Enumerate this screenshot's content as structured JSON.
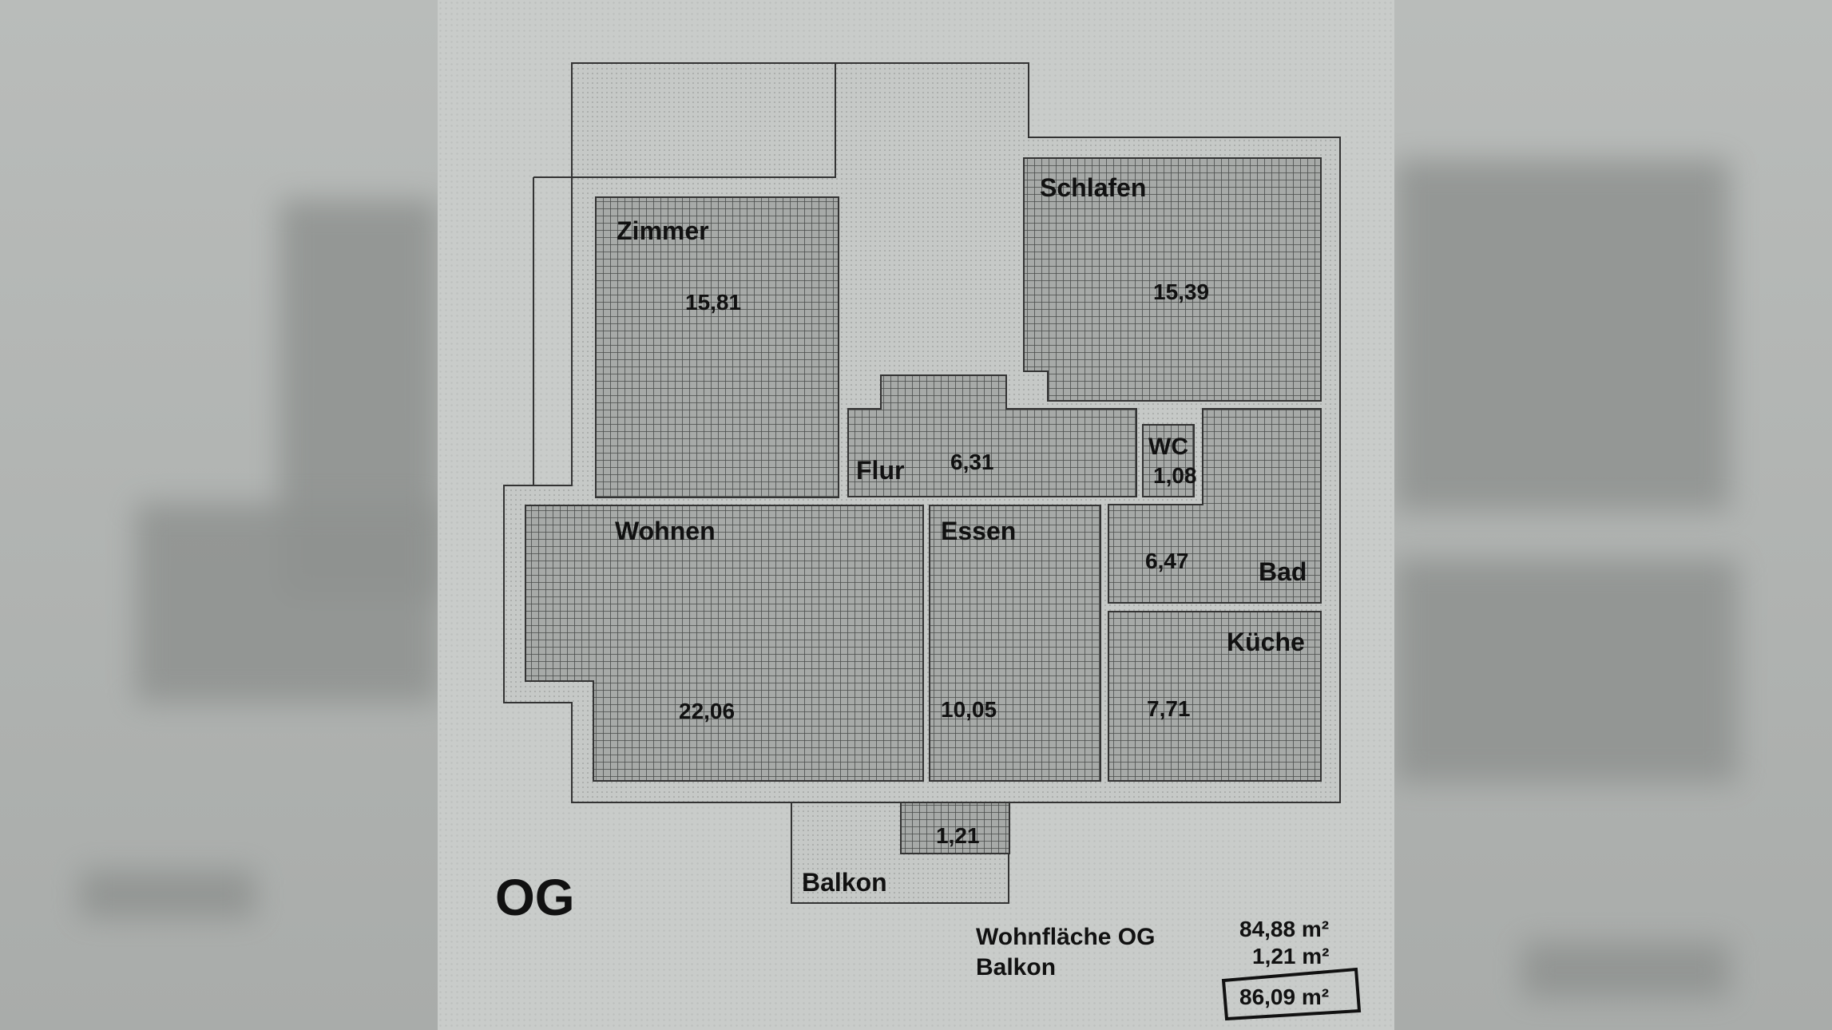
{
  "floor_label": "OG",
  "rooms": {
    "zimmer": {
      "name": "Zimmer",
      "area": "15,81"
    },
    "schlafen": {
      "name": "Schlafen",
      "area": "15,39"
    },
    "flur": {
      "name": "Flur",
      "area": "6,31"
    },
    "wc": {
      "name": "WC",
      "area": "1,08"
    },
    "wohnen": {
      "name": "Wohnen",
      "area": "22,06"
    },
    "essen": {
      "name": "Essen",
      "area": "10,05"
    },
    "bad": {
      "name": "Bad",
      "area": "6,47"
    },
    "kueche": {
      "name": "Küche",
      "area": "7,71"
    },
    "balkon": {
      "name": "Balkon",
      "area": "1,21"
    }
  },
  "summary": {
    "wohnflaeche_label": "Wohnfläche OG",
    "wohnflaeche_value": "84,88 m²",
    "balkon_label": "Balkon",
    "balkon_value": "1,21 m²",
    "total_value": "86,09 m²"
  }
}
